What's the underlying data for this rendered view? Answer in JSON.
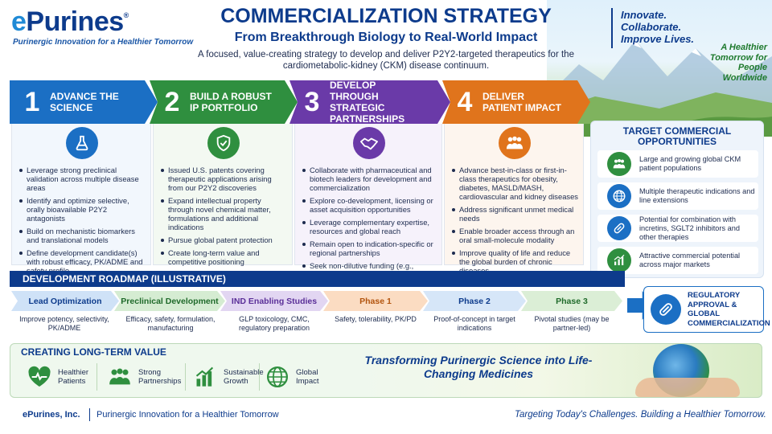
{
  "header": {
    "logo_prefix": "e",
    "logo_main": "Purines",
    "logo_mark": "®",
    "tagline": "Purinergic Innovation for a Healthier Tomorrow",
    "title": "COMMERCIALIZATION STRATEGY",
    "subtitle": "From Breakthrough Biology to Real-World Impact",
    "intro": "A focused, value-creating strategy to develop and deliver P2Y2-targeted therapeutics for the cardiometabolic-kidney (CKM) disease continuum.",
    "slogan": [
      "Innovate.",
      "Collaborate.",
      "Improve Lives."
    ],
    "healthier": "A Healthier Tomorrow for People Worldwide"
  },
  "pillars": [
    {
      "num": "1",
      "label": "ADVANCE THE SCIENCE",
      "icon": "flask-icon",
      "color": "#1b6fc4",
      "bullets": [
        "Leverage strong preclinical validation across multiple disease areas",
        "Identify and optimize selective, orally bioavailable P2Y2 antagonists",
        "Build on mechanistic biomarkers and translational models",
        "Define development candidate(s) with robust efficacy, PK/ADME and safety profile"
      ]
    },
    {
      "num": "2",
      "label": "BUILD A ROBUST IP PORTFOLIO",
      "icon": "shield-check-icon",
      "color": "#2f8f3f",
      "bullets": [
        "Issued U.S. patents covering therapeutic applications arising from our P2Y2 discoveries",
        "Expand intellectual property through novel chemical matter, formulations and additional indications",
        "Pursue global patent protection",
        "Create long-term value and competitive positioning"
      ]
    },
    {
      "num": "3",
      "label": "DEVELOP THROUGH STRATEGIC PARTNERSHIPS",
      "icon": "handshake-icon",
      "color": "#6a3aa8",
      "bullets": [
        "Collaborate with pharmaceutical and biotech leaders for development and commercialization",
        "Explore co-development, licensing or asset acquisition opportunities",
        "Leverage complementary expertise, resources and global reach",
        "Remain open to indication-specific or regional partnerships",
        "Seek non-dilutive funding (e.g., grants, strategic alliances)"
      ]
    },
    {
      "num": "4",
      "label": "DELIVER PATIENT IMPACT",
      "icon": "patients-icon",
      "color": "#e0741c",
      "bullets": [
        "Advance best-in-class or first-in-class therapeutics for obesity, diabetes, MASLD/MASH, cardiovascular and kidney diseases",
        "Address significant unmet medical needs",
        "Enable broader access through an oral small-molecule modality",
        "Improve quality of life and reduce the global burden of chronic diseases"
      ]
    }
  ],
  "target": {
    "title": "TARGET COMMERCIAL OPPORTUNITIES",
    "items": [
      {
        "icon": "people-icon",
        "color": "#2f8f3f",
        "text": "Large and growing global CKM patient populations"
      },
      {
        "icon": "globe-icon",
        "color": "#1b6fc4",
        "text": "Multiple therapeutic indications and line extensions"
      },
      {
        "icon": "pill-icon",
        "color": "#1b6fc4",
        "text": "Potential for combination with incretins, SGLT2 inhibitors and other therapies"
      },
      {
        "icon": "growth-chart-icon",
        "color": "#2f8f3f",
        "text": "Attractive commercial potential across major markets"
      }
    ]
  },
  "roadmap": {
    "title": "DEVELOPMENT ROADMAP (ILLUSTRATIVE)",
    "stages": [
      {
        "name": "Lead Optimization",
        "desc": "Improve potency, selectivity, PK/ADME",
        "bg": "#cfe2f7",
        "fg": "#0d3b8c"
      },
      {
        "name": "Preclinical Development",
        "desc": "Efficacy, safety, formulation, manufacturing",
        "bg": "#d5ecd2",
        "fg": "#1f6a2a"
      },
      {
        "name": "IND Enabling Studies",
        "desc": "GLP toxicology, CMC, regulatory preparation",
        "bg": "#e2d6f2",
        "fg": "#5a2f98"
      },
      {
        "name": "Phase 1",
        "desc": "Safety, tolerability, PK/PD",
        "bg": "#fbdcc2",
        "fg": "#b2540e"
      },
      {
        "name": "Phase 2",
        "desc": "Proof-of-concept in target indications",
        "bg": "#d6e6f8",
        "fg": "#0d3b8c"
      },
      {
        "name": "Phase 3",
        "desc": "Pivotal studies (may be partner-led)",
        "bg": "#dbeed6",
        "fg": "#1f6a2a"
      }
    ],
    "final": "REGULATORY APPROVAL & GLOBAL COMMERCIALIZATION"
  },
  "value": {
    "title": "CREATING LONG-TERM VALUE",
    "items": [
      {
        "icon": "heart-pulse-icon",
        "text": "Healthier Patients"
      },
      {
        "icon": "partners-icon",
        "text": "Strong Partnerships"
      },
      {
        "icon": "bar-growth-icon",
        "text": "Sustainable Growth"
      },
      {
        "icon": "globe-icon",
        "text": "Global Impact"
      }
    ],
    "transform": "Transforming Purinergic Science into Life-Changing Medicines"
  },
  "footer": {
    "company": "ePurines, Inc.",
    "tagline": "Purinergic Innovation for a Healthier Tomorrow",
    "right": "Targeting Today's Challenges. Building a Healthier Tomorrow."
  }
}
